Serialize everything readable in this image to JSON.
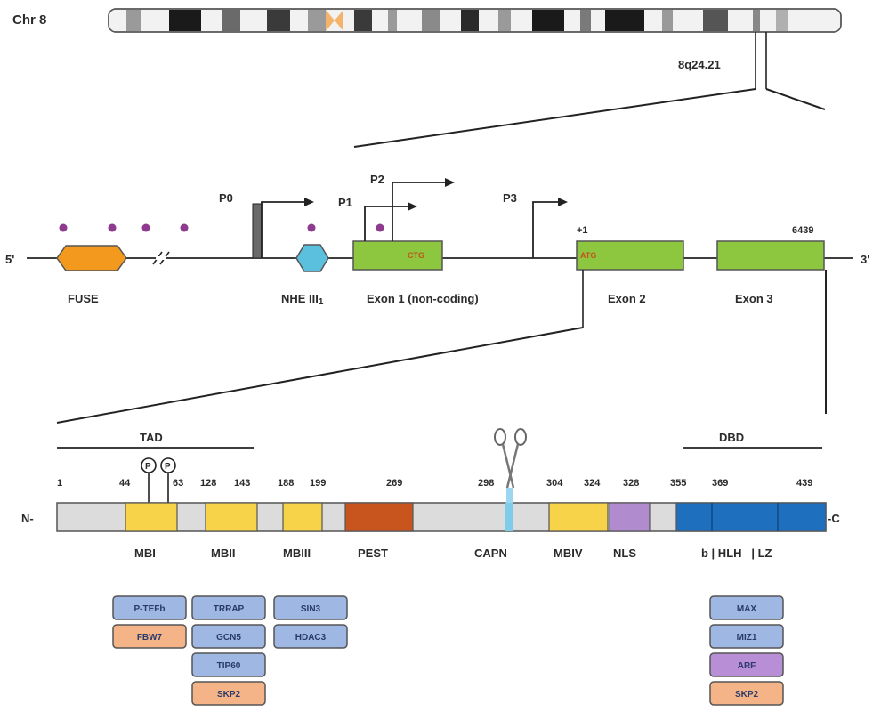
{
  "chromosome": {
    "name": "Chr 8",
    "band": "8q24.21"
  },
  "gene": {
    "end5": "5'",
    "end3": "3'",
    "promoters": [
      "P0",
      "P1",
      "P2",
      "P3"
    ],
    "elements": {
      "fuse": "FUSE",
      "nhe": "NHE III",
      "nhe_sub": "1",
      "exon1": "Exon 1 (non-coding)",
      "exon2": "Exon 2",
      "exon3": "Exon 3",
      "ctg": "CTG",
      "atg": "ATG",
      "plus1": "+1",
      "end_pos": "6439"
    }
  },
  "protein": {
    "n_term": "N-",
    "c_term": "-C",
    "tad": "TAD",
    "dbd": "DBD",
    "phospho_symbol": "P",
    "positions": [
      "1",
      "44",
      "63",
      "128",
      "143",
      "188",
      "199",
      "269",
      "298",
      "304",
      "324",
      "328",
      "355",
      "369",
      "439"
    ],
    "domains": {
      "mbi": "MBI",
      "mbii": "MBII",
      "mbiii": "MBIII",
      "pest": "PEST",
      "capn": "CAPN",
      "mbiv": "MBIV",
      "nls": "NLS",
      "bhlhlz": "b | HLH   | LZ"
    }
  },
  "partners": {
    "mbi": [
      "P-TEFb",
      "FBW7"
    ],
    "mbii": [
      "TRRAP",
      "GCN5",
      "TIP60",
      "SKP2"
    ],
    "mbiii": [
      "SIN3",
      "HDAC3"
    ],
    "dbd": [
      "MAX",
      "MIZ1",
      "ARF",
      "SKP2"
    ]
  },
  "colors": {
    "fuse": "#f39a1e",
    "nhe": "#5bc0de",
    "exon": "#8dc63f",
    "mb": "#f7d34a",
    "pest": "#c8541e",
    "capn": "#7ecbea",
    "nls": "#b08ccf",
    "dbd": "#1f6fbf",
    "partner_blue": "#9fb7e3",
    "partner_orange": "#f4b487",
    "partner_purple": "#b88ed6",
    "dot": "#8e3a8e",
    "centromere": "#f3b36b"
  }
}
